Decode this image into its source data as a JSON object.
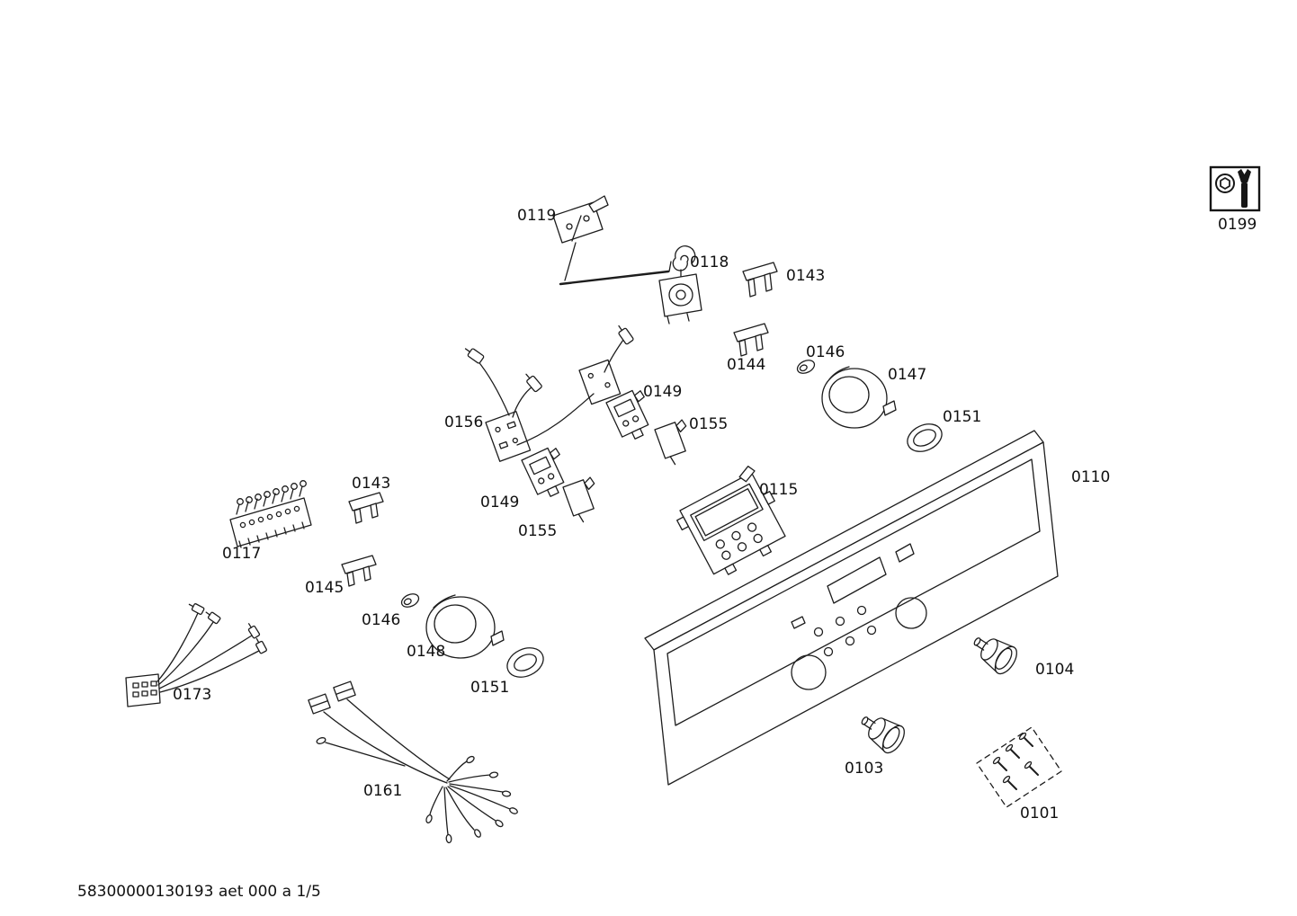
{
  "diagram": {
    "footer": "58300000130193 aet 000 a 1/5",
    "labels": [
      {
        "id": "0119",
        "text": "0119"
      },
      {
        "id": "0118",
        "text": "0118"
      },
      {
        "id": "0143-a",
        "text": "0143"
      },
      {
        "id": "0144",
        "text": "0144"
      },
      {
        "id": "0146-a",
        "text": "0146"
      },
      {
        "id": "0147",
        "text": "0147"
      },
      {
        "id": "0151-a",
        "text": "0151"
      },
      {
        "id": "0110",
        "text": "0110"
      },
      {
        "id": "0115",
        "text": "0115"
      },
      {
        "id": "0149-a",
        "text": "0149"
      },
      {
        "id": "0155-a",
        "text": "0155"
      },
      {
        "id": "0156",
        "text": "0156"
      },
      {
        "id": "0149-b",
        "text": "0149"
      },
      {
        "id": "0155-b",
        "text": "0155"
      },
      {
        "id": "0143-b",
        "text": "0143"
      },
      {
        "id": "0117",
        "text": "0117"
      },
      {
        "id": "0145",
        "text": "0145"
      },
      {
        "id": "0146-b",
        "text": "0146"
      },
      {
        "id": "0148",
        "text": "0148"
      },
      {
        "id": "0151-b",
        "text": "0151"
      },
      {
        "id": "0173",
        "text": "0173"
      },
      {
        "id": "0161",
        "text": "0161"
      },
      {
        "id": "0103",
        "text": "0103"
      },
      {
        "id": "0104",
        "text": "0104"
      },
      {
        "id": "0101",
        "text": "0101"
      },
      {
        "id": "0199",
        "text": "0199"
      }
    ]
  }
}
